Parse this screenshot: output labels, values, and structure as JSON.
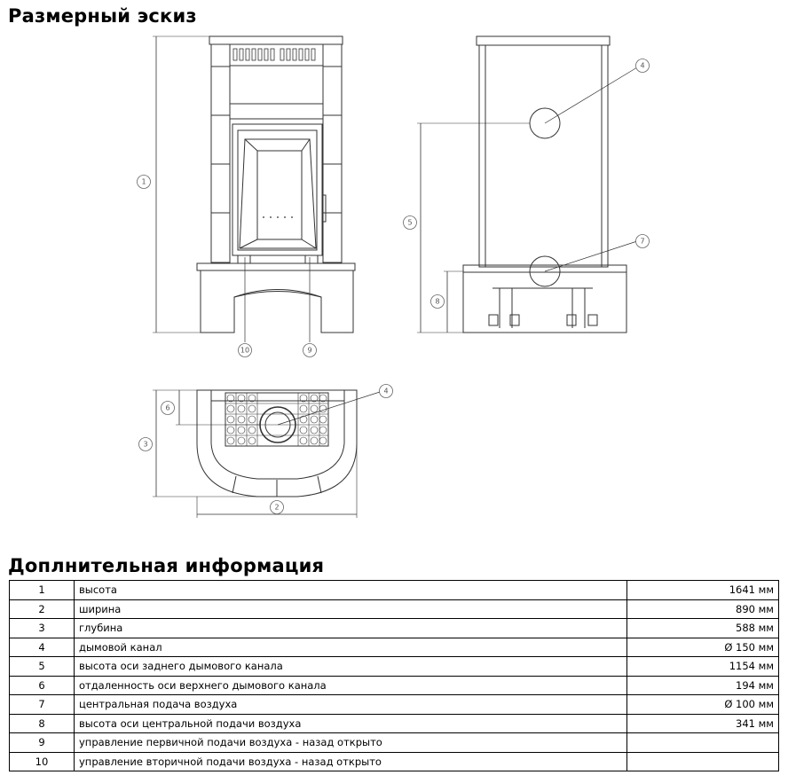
{
  "headings": {
    "sketch": "Размерный эскиз",
    "info": "Доплнительная информация"
  },
  "drawing": {
    "callouts": [
      "1",
      "2",
      "3",
      "4",
      "5",
      "6",
      "7",
      "8",
      "9",
      "10"
    ]
  },
  "table": {
    "rows": [
      {
        "num": "1",
        "label": "высота",
        "value": "1641 мм"
      },
      {
        "num": "2",
        "label": "ширина",
        "value": "890 мм"
      },
      {
        "num": "3",
        "label": "глубина",
        "value": "588 мм"
      },
      {
        "num": "4",
        "label": "дымовой канал",
        "value": "Ø 150 мм"
      },
      {
        "num": "5",
        "label": "высота оси заднего дымового канала",
        "value": "1154 мм"
      },
      {
        "num": "6",
        "label": "отдаленность оси верхнего дымового канала",
        "value": "194 мм"
      },
      {
        "num": "7",
        "label": "центральная подача воздуха",
        "value": "Ø 100 мм"
      },
      {
        "num": "8",
        "label": "высота оси центральной подачи воздуха",
        "value": "341 мм"
      },
      {
        "num": "9",
        "label": "управление первичной подачи воздуха - назад открыто",
        "value": ""
      },
      {
        "num": "10",
        "label": "управление вторичной подачи воздуха - назад открыто",
        "value": ""
      }
    ]
  }
}
